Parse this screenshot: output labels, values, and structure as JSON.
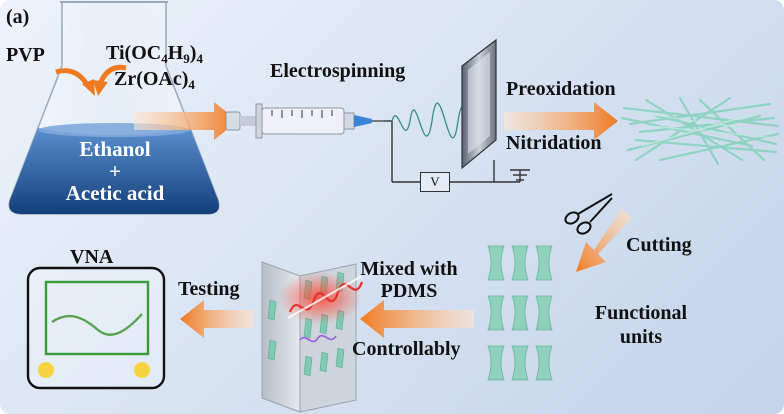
{
  "panel_label": "(a)",
  "reagents": {
    "left": "PVP",
    "ti_main": "Ti(OC",
    "ti_sub1": "4",
    "ti_mid": "H",
    "ti_sub2": "9",
    "ti_close": ")",
    "ti_sub3": "4",
    "zr_main": "Zr(OAc)",
    "zr_sub": "4"
  },
  "flask": {
    "line1": "Ethanol",
    "line2": "+",
    "line3": "Acetic acid"
  },
  "steps": {
    "electrospinning": "Electrospinning",
    "preoxidation": "Preoxidation",
    "nitridation": "Nitridation",
    "cutting": "Cutting",
    "functional_units_line1": "Functional",
    "functional_units_line2": "units",
    "mixed_line1": "Mixed with",
    "mixed_line2": "PDMS",
    "controllably": "Controllably",
    "testing": "Testing",
    "vna": "VNA",
    "voltage": "V"
  },
  "colors": {
    "arrow": "#f07a22",
    "flask_liquid": "#1f5fa3",
    "fiber": "#9fd9c9",
    "unit": "#8fd1bd",
    "vna_curve": "#5aa352",
    "vna_screen": "#3a9b3a",
    "knob": "#f6d440",
    "wave_red": "#e2342c"
  }
}
